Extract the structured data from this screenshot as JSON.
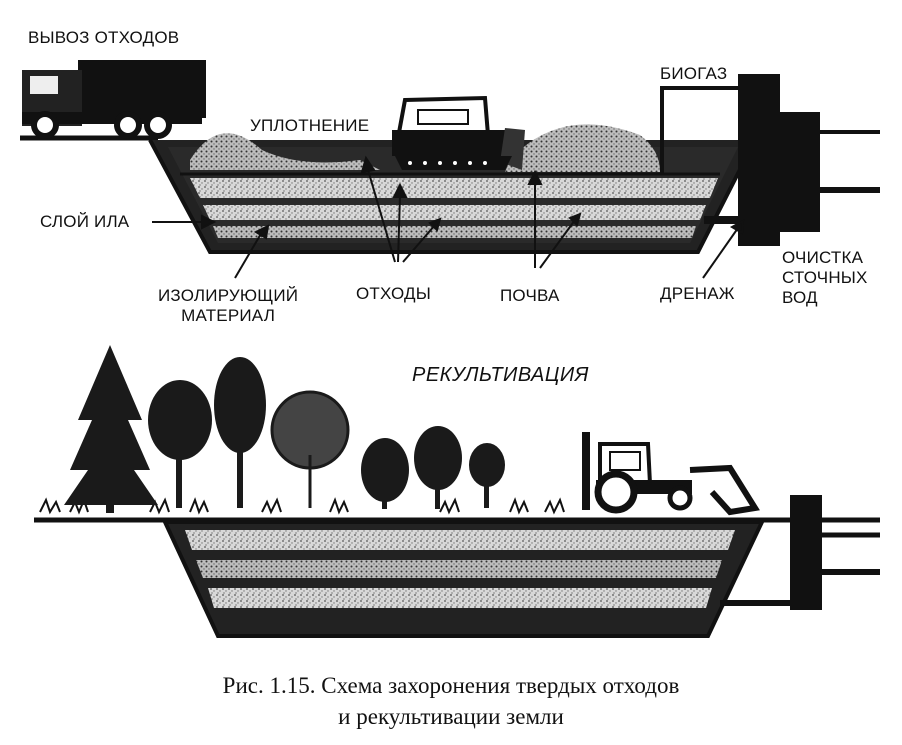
{
  "top": {
    "labels": {
      "waste_removal": "ВЫВОЗ ОТХОДОВ",
      "compaction": "УПЛОТНЕНИЕ",
      "biogas": "БИОГАЗ",
      "sludge_layer": "СЛОЙ ИЛА",
      "insulating_material": "ИЗОЛИРУЮЩИЙ\nМАТЕРИАЛ",
      "waste": "ОТХОДЫ",
      "soil": "ПОЧВА",
      "drainage": "ДРЕНАЖ",
      "wastewater_treatment": "ОЧИСТКА\nСТОЧНЫХ\nВОД"
    }
  },
  "bottom": {
    "title": "РЕКУЛЬТИВАЦИЯ"
  },
  "caption": {
    "line1": "Рис. 1.15. Схема захоронения твердых отходов",
    "line2": "и рекультивации земли"
  },
  "icons": [
    "dump-truck-icon",
    "bulldozer-icon",
    "tree-icon",
    "tractor-icon"
  ]
}
